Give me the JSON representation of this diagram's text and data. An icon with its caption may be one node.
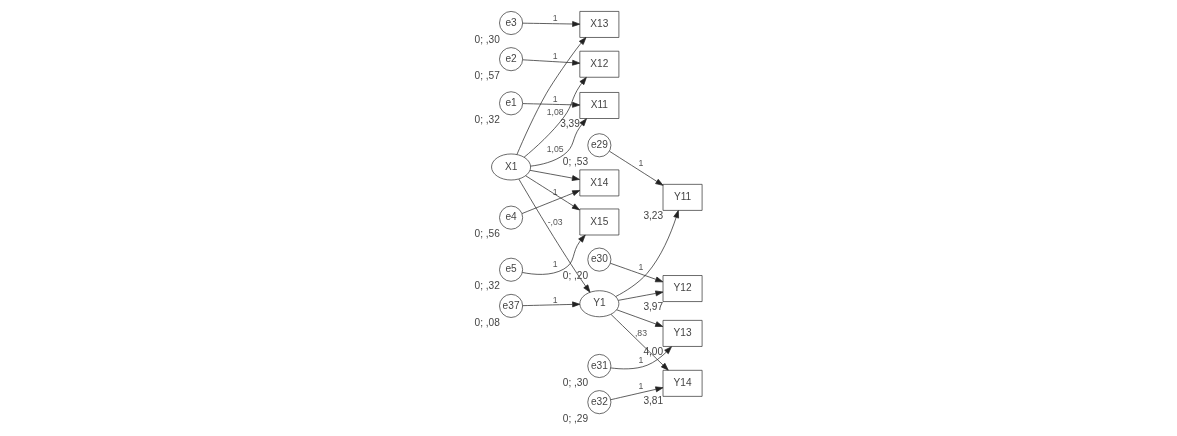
{
  "diagram": {
    "nodes": [
      {
        "text": [
          "e1"
        ],
        "beside": [
          "0; ,32"
        ]
      },
      {
        "text": [
          "e2"
        ],
        "beside": [
          "0; ,57"
        ]
      },
      {
        "text": [
          "e3"
        ],
        "beside": [
          "0; ,30"
        ]
      },
      {
        "text": [
          "e4"
        ],
        "beside": [
          "0; ,56"
        ]
      },
      {
        "text": [
          "e5"
        ],
        "beside": [
          "0; ,32"
        ]
      },
      {
        "text": [
          "X11"
        ],
        "beside": [
          "3,39"
        ]
      },
      {
        "text": [
          "X12"
        ]
      },
      {
        "text": [
          "X13"
        ]
      },
      {
        "text": [
          "X14"
        ]
      },
      {
        "text": [
          "X15"
        ]
      },
      {
        "text": [
          "X1"
        ]
      },
      {
        "text": [
          "e29"
        ],
        "beside": [
          "0; ,53"
        ]
      },
      {
        "text": [
          "e30"
        ],
        "beside": [
          "0; ,20"
        ]
      },
      {
        "text": [
          "e31"
        ],
        "beside": [
          "0; ,30"
        ]
      },
      {
        "text": [
          "e32"
        ],
        "beside": [
          "0; ,29"
        ]
      },
      {
        "text": [
          "Y11"
        ],
        "beside": [
          "3,23"
        ]
      },
      {
        "text": [
          "Y12"
        ],
        "beside": [
          "3,97"
        ]
      },
      {
        "text": [
          "Y13"
        ],
        "beside": [
          "4,00"
        ]
      },
      {
        "text": [
          "Y14"
        ],
        "beside": [
          "3,81"
        ]
      },
      {
        "text": [
          "Y1"
        ]
      },
      {
        "text": [
          "e37"
        ],
        "beside": [
          "0; ,08"
        ]
      }
    ],
    "edges": [
      {
        "from": 0,
        "to": 5,
        "arrow": "to",
        "label": "1"
      },
      {
        "from": 1,
        "to": 6,
        "arrow": "to",
        "label": "1"
      },
      {
        "from": 2,
        "to": 7,
        "arrow": "to",
        "label": "1"
      },
      {
        "from": 3,
        "to": 8,
        "arrow": "to",
        "label": "1"
      },
      {
        "from": 4,
        "to": 9,
        "arrow": "to",
        "label": "1"
      },
      {
        "from": 10,
        "to": 5,
        "arrow": "to",
        "label": "1,05"
      },
      {
        "from": 10,
        "to": 6,
        "arrow": "to",
        "label": "1,08"
      },
      {
        "from": 10,
        "to": 7,
        "arrow": "to"
      },
      {
        "from": 10,
        "to": 8,
        "arrow": "to"
      },
      {
        "from": 10,
        "to": 9,
        "arrow": "to"
      },
      {
        "from": 10,
        "to": 19,
        "arrow": "to",
        "label": "-,03"
      },
      {
        "from": 11,
        "to": 15,
        "arrow": "to",
        "label": "1"
      },
      {
        "from": 12,
        "to": 16,
        "arrow": "to",
        "label": "1"
      },
      {
        "from": 13,
        "to": 17,
        "arrow": "to",
        "label": "1"
      },
      {
        "from": 14,
        "to": 18,
        "arrow": "to",
        "label": "1"
      },
      {
        "from": 19,
        "to": 15,
        "arrow": "to"
      },
      {
        "from": 19,
        "to": 16,
        "arrow": "to"
      },
      {
        "from": 19,
        "to": 17,
        "arrow": "to"
      },
      {
        "from": 19,
        "to": 18,
        "arrow": "to",
        "label": ",83"
      },
      {
        "from": 20,
        "to": 19,
        "arrow": "to",
        "label": "1"
      }
    ]
  }
}
